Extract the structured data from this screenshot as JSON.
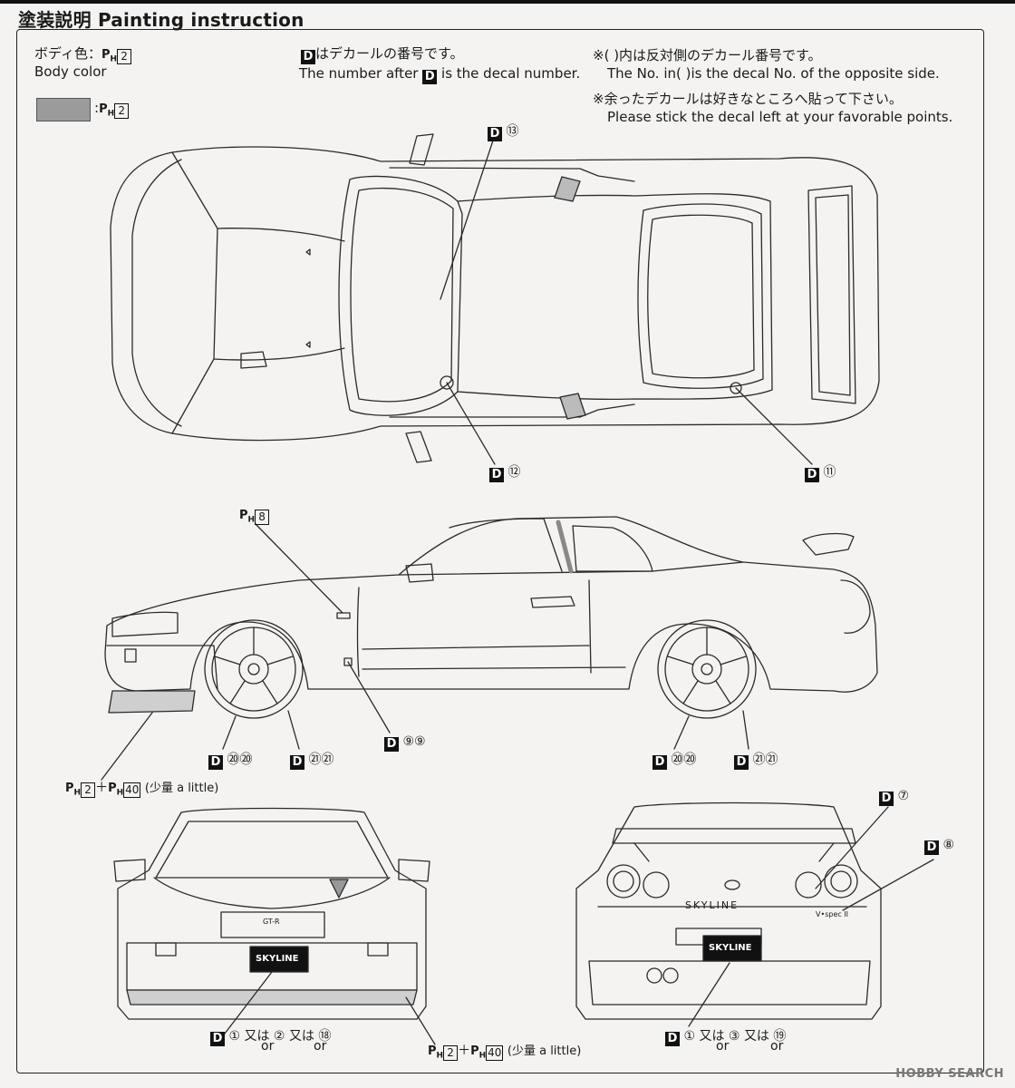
{
  "header": {
    "title": "塗装説明 Painting instruction"
  },
  "body_color": {
    "label_jp": "ボディ色：",
    "label_en": "Body color",
    "paint_code": "H",
    "paint_num": "2",
    "swatch_color": "#9b9b9b",
    "swatch_paint_num": "2"
  },
  "notes": {
    "decal_jp": "はデカールの番号です。",
    "decal_en_a": "The number after",
    "decal_en_b": "is the decal number.",
    "opp_jp": "※(    )内は反対側のデカール番号です。",
    "opp_en": "The No. in(    )is the decal No. of the opposite side.",
    "left_jp": "※余ったデカールは好きなところへ貼って下さい。",
    "left_en": "Please stick the decal left at your favorable points."
  },
  "decal_letter": "D",
  "callouts": {
    "top_13": "⑬",
    "top_12": "⑫",
    "top_11": "⑪",
    "side_paint": "8",
    "side_9": "⑨⑨",
    "side_20a": "⑳⑳",
    "side_21a": "㉑㉑",
    "side_20b": "⑳⑳",
    "side_21b": "㉑㉑",
    "lower_paint_a": "2",
    "lower_paint_b": "40",
    "lower_paint_note": "(少量 a little)",
    "rear_7": "⑦",
    "rear_8": "⑧",
    "front_paint_a": "2",
    "front_paint_b": "40",
    "front_paint_note": "(少量 a little)"
  },
  "front_decals": {
    "d1": "①",
    "or_jp": "又は",
    "or_en": "or",
    "d2": "②",
    "d18": "⑱"
  },
  "rear_decals": {
    "d1": "①",
    "or_jp": "又は",
    "or_en": "or",
    "d3": "③",
    "d19": "⑲"
  },
  "plates": {
    "front": "SKYLINE",
    "rear": "SKYLINE",
    "rear_badge": "SKYLINE",
    "rear_vspec": "V•spec II",
    "front_grille": "GT-R"
  },
  "watermark": "HOBBY SEARCH"
}
